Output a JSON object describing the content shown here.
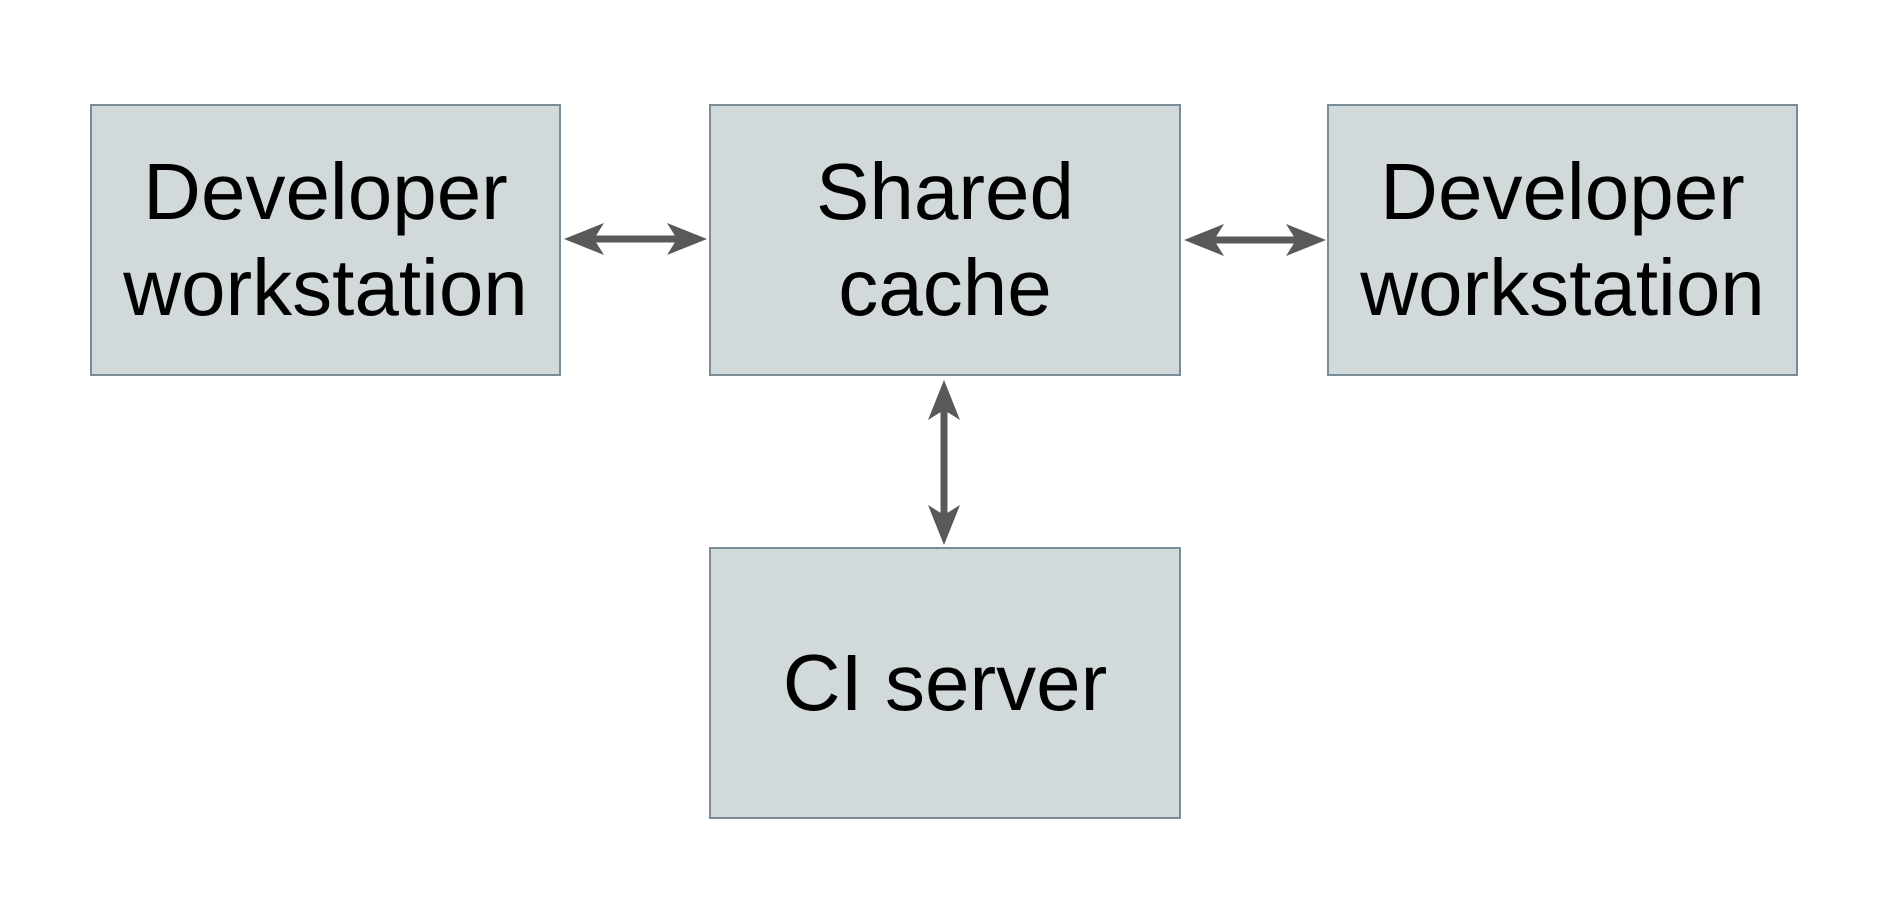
{
  "diagram": {
    "colors": {
      "background": "#ffffff",
      "node_fill": "#d2d9db",
      "node_border": "#7a8c96",
      "arrow": "#595959",
      "text": "#000000"
    },
    "nodes": [
      {
        "id": "developer-workstation-left",
        "label": "Developer workstation",
        "lines": [
          "Developer",
          "workstation"
        ]
      },
      {
        "id": "shared-cache",
        "label": "Shared cache",
        "lines": [
          "Shared",
          "cache"
        ]
      },
      {
        "id": "developer-workstation-right",
        "label": "Developer workstation",
        "lines": [
          "Developer",
          "workstation"
        ]
      },
      {
        "id": "ci-server",
        "label": "CI server",
        "lines": [
          "CI server"
        ]
      }
    ],
    "edges": [
      {
        "from": "developer-workstation-left",
        "to": "shared-cache",
        "direction": "bidirectional"
      },
      {
        "from": "shared-cache",
        "to": "developer-workstation-right",
        "direction": "bidirectional"
      },
      {
        "from": "shared-cache",
        "to": "ci-server",
        "direction": "bidirectional"
      }
    ]
  }
}
